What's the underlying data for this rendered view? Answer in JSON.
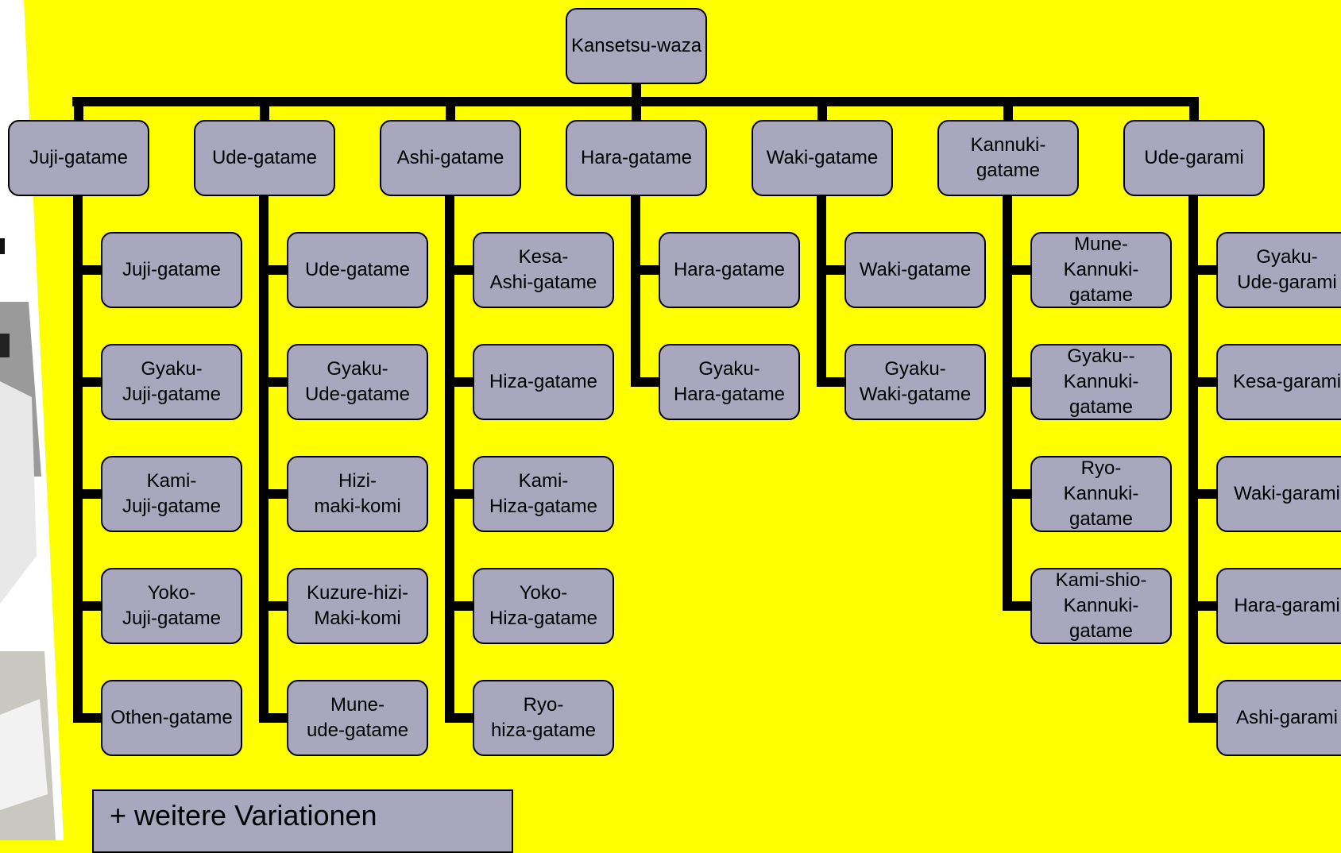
{
  "colors": {
    "background": "#ffff00",
    "box": "#a9a7bd",
    "line": "#000000"
  },
  "root": "Kansetsu-waza",
  "categories": [
    {
      "label": "Juji-gatame",
      "children": [
        "Juji-gatame",
        "Gyaku-\nJuji-gatame",
        "Kami-\nJuji-gatame",
        "Yoko-\nJuji-gatame",
        "Othen-gatame"
      ]
    },
    {
      "label": "Ude-gatame",
      "children": [
        "Ude-gatame",
        "Gyaku-\nUde-gatame",
        "Hizi-\nmaki-komi",
        "Kuzure-hizi-\nMaki-komi",
        "Mune-\nude-gatame"
      ]
    },
    {
      "label": "Ashi-gatame",
      "children": [
        "Kesa-\nAshi-gatame",
        "Hiza-gatame",
        "Kami-\nHiza-gatame",
        "Yoko-\nHiza-gatame",
        "Ryo-\nhiza-gatame"
      ]
    },
    {
      "label": "Hara-gatame",
      "children": [
        "Hara-gatame",
        "Gyaku-\nHara-gatame"
      ]
    },
    {
      "label": "Waki-gatame",
      "children": [
        "Waki-gatame",
        "Gyaku-\nWaki-gatame"
      ]
    },
    {
      "label": "Kannuki-\ngatame",
      "children": [
        "Mune-\nKannuki-gatame",
        "Gyaku--\nKannuki-gatame",
        "Ryo-\nKannuki-gatame",
        "Kami-shio-\nKannuki-gatame"
      ]
    },
    {
      "label": "Ude-garami",
      "children": [
        "Gyaku-\nUde-garami",
        "Kesa-garami",
        "Waki-garami",
        "Hara-garami",
        "Ashi-garami"
      ]
    }
  ],
  "note": "+ weitere Variationen"
}
